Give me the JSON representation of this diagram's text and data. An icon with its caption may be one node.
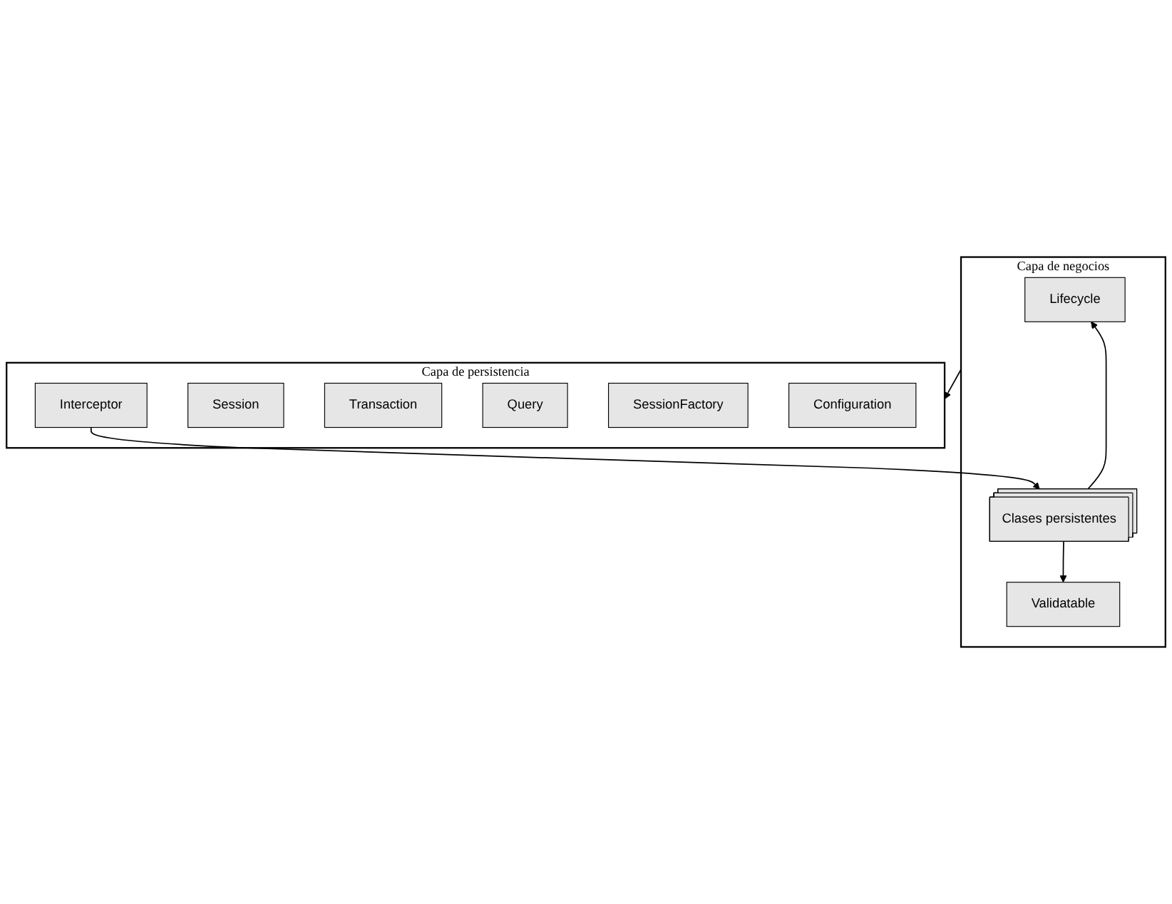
{
  "diagram": {
    "nodes": [
      {
        "text": [
          "Capa de negocios"
        ]
      },
      {
        "text": [
          "Lifecycle"
        ],
        "in": 0
      },
      {
        "text": [
          "Validatable"
        ],
        "in": 0
      },
      {
        "text": [
          "Clases persistentes"
        ],
        "in": 0
      },
      {
        "text": [
          "Capa de persistencia"
        ]
      },
      {
        "text": [
          "Interceptor"
        ],
        "in": 4
      },
      {
        "text": [
          "Session"
        ],
        "in": 4
      },
      {
        "text": [
          "Transaction"
        ],
        "in": 4
      },
      {
        "text": [
          "Query"
        ],
        "in": 4
      },
      {
        "text": [
          "SessionFactory"
        ],
        "in": 4
      },
      {
        "text": [
          "Configuration"
        ],
        "in": 4
      }
    ],
    "edges": [
      {
        "from": 3,
        "to": 1,
        "arrow": "to"
      },
      {
        "from": 3,
        "to": 2,
        "arrow": "to"
      },
      {
        "from": 5,
        "to": 3,
        "arrow": "to"
      },
      {
        "from": 0,
        "to": 4,
        "arrow": "to"
      }
    ]
  }
}
